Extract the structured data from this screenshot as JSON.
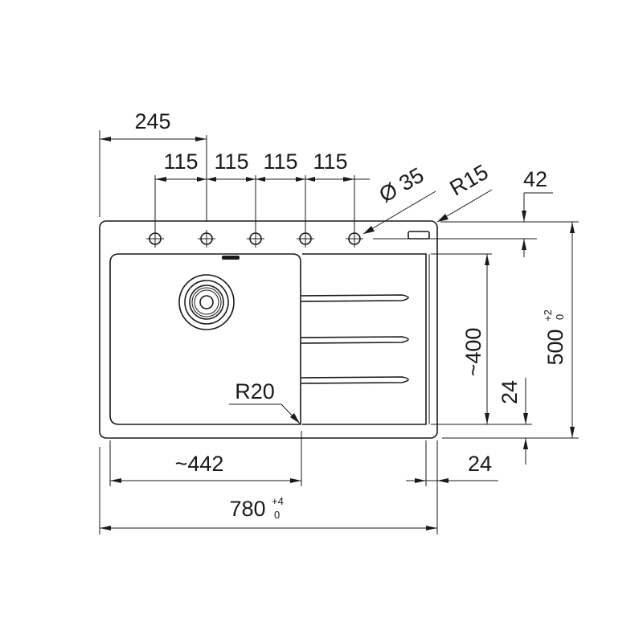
{
  "dimensions": {
    "tap_offset": "245",
    "tap_spacing": [
      "115",
      "115",
      "115",
      "115"
    ],
    "hole_diameter": "Ø 35",
    "corner_radius": "R15",
    "edge_offset": "42",
    "bowl_radius": "R20",
    "bowl_width": "~442",
    "bowl_depth": "~400",
    "right_margin": "24",
    "bottom_margin": "24",
    "overall_width": "780",
    "overall_width_tol_upper": "+4",
    "overall_width_tol_lower": "0",
    "overall_depth": "500",
    "overall_depth_tol_upper": "+2",
    "overall_depth_tol_lower": "0"
  }
}
